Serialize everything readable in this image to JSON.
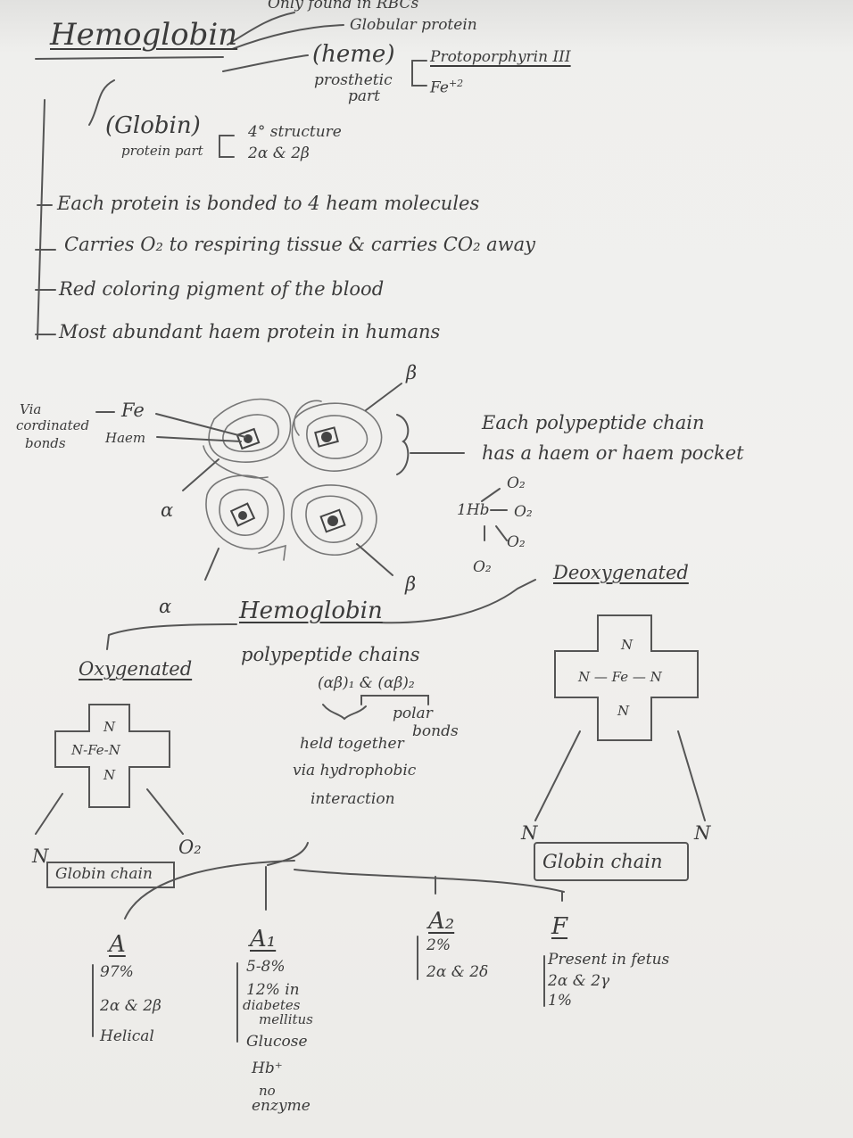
{
  "top": {
    "title": "Hemoglobin",
    "only_found": "Only found in RBCs",
    "globular": "Globular protein",
    "heme": "(heme)",
    "prosthetic": "prosthetic",
    "part": "part",
    "protoporphyrin": "Protoporphyrin III",
    "fe": "Fe",
    "fe_sup": "+2",
    "globin": "(Globin)",
    "protein_part": "protein part",
    "quaternary": "4° structure",
    "chains": "2α & 2β"
  },
  "facts": [
    "Each protein is bonded to 4 heam molecules",
    "Carries O₂ to respiring tissue & carries CO₂ away",
    "Red coloring pigment of the blood",
    "Most abundant haem protein in humans"
  ],
  "diagram": {
    "beta_top": "β",
    "beta_bottom": "β",
    "alpha_left": "α",
    "alpha_bottom": "α",
    "fe": "Fe",
    "haem": "Haem",
    "via": "Via",
    "cordinated": "cordinated",
    "bonds": "bonds",
    "poly_line1": "Each polypeptide chain",
    "poly_line2": "has a haem or haem pocket",
    "hb": "1Hb",
    "o2": "O₂"
  },
  "middle": {
    "hemoglobin": "Hemoglobin",
    "polypeptide": "polypeptide chains",
    "formula": "(αβ)₁ & (αβ)₂",
    "polar": "polar",
    "bonds": "bonds",
    "held": "held together",
    "via": "via hydrophobic",
    "interaction": "interaction"
  },
  "oxygenated": {
    "label": "Oxygenated",
    "n": "N",
    "fe_row": "N-Fe-N",
    "o2": "O₂",
    "globin_chain": "Globin chain"
  },
  "deoxygenated": {
    "label": "Deoxygenated",
    "n": "N",
    "fe_row": "N — Fe — N",
    "globin_chain": "Globin chain"
  },
  "types": [
    {
      "name": "A",
      "lines": [
        "97%",
        "2α & 2β",
        "Helical"
      ]
    },
    {
      "name": "A₁",
      "lines": [
        "5-8%",
        "12% in",
        "diabetes",
        "mellitus",
        "Glucose",
        "Hb⁺",
        "no",
        "enzyme"
      ]
    },
    {
      "name": "A₂",
      "lines": [
        "2%",
        "2α & 2δ"
      ]
    },
    {
      "name": "F",
      "lines": [
        "Present in fetus",
        "2α & 2γ",
        "1%"
      ]
    }
  ]
}
